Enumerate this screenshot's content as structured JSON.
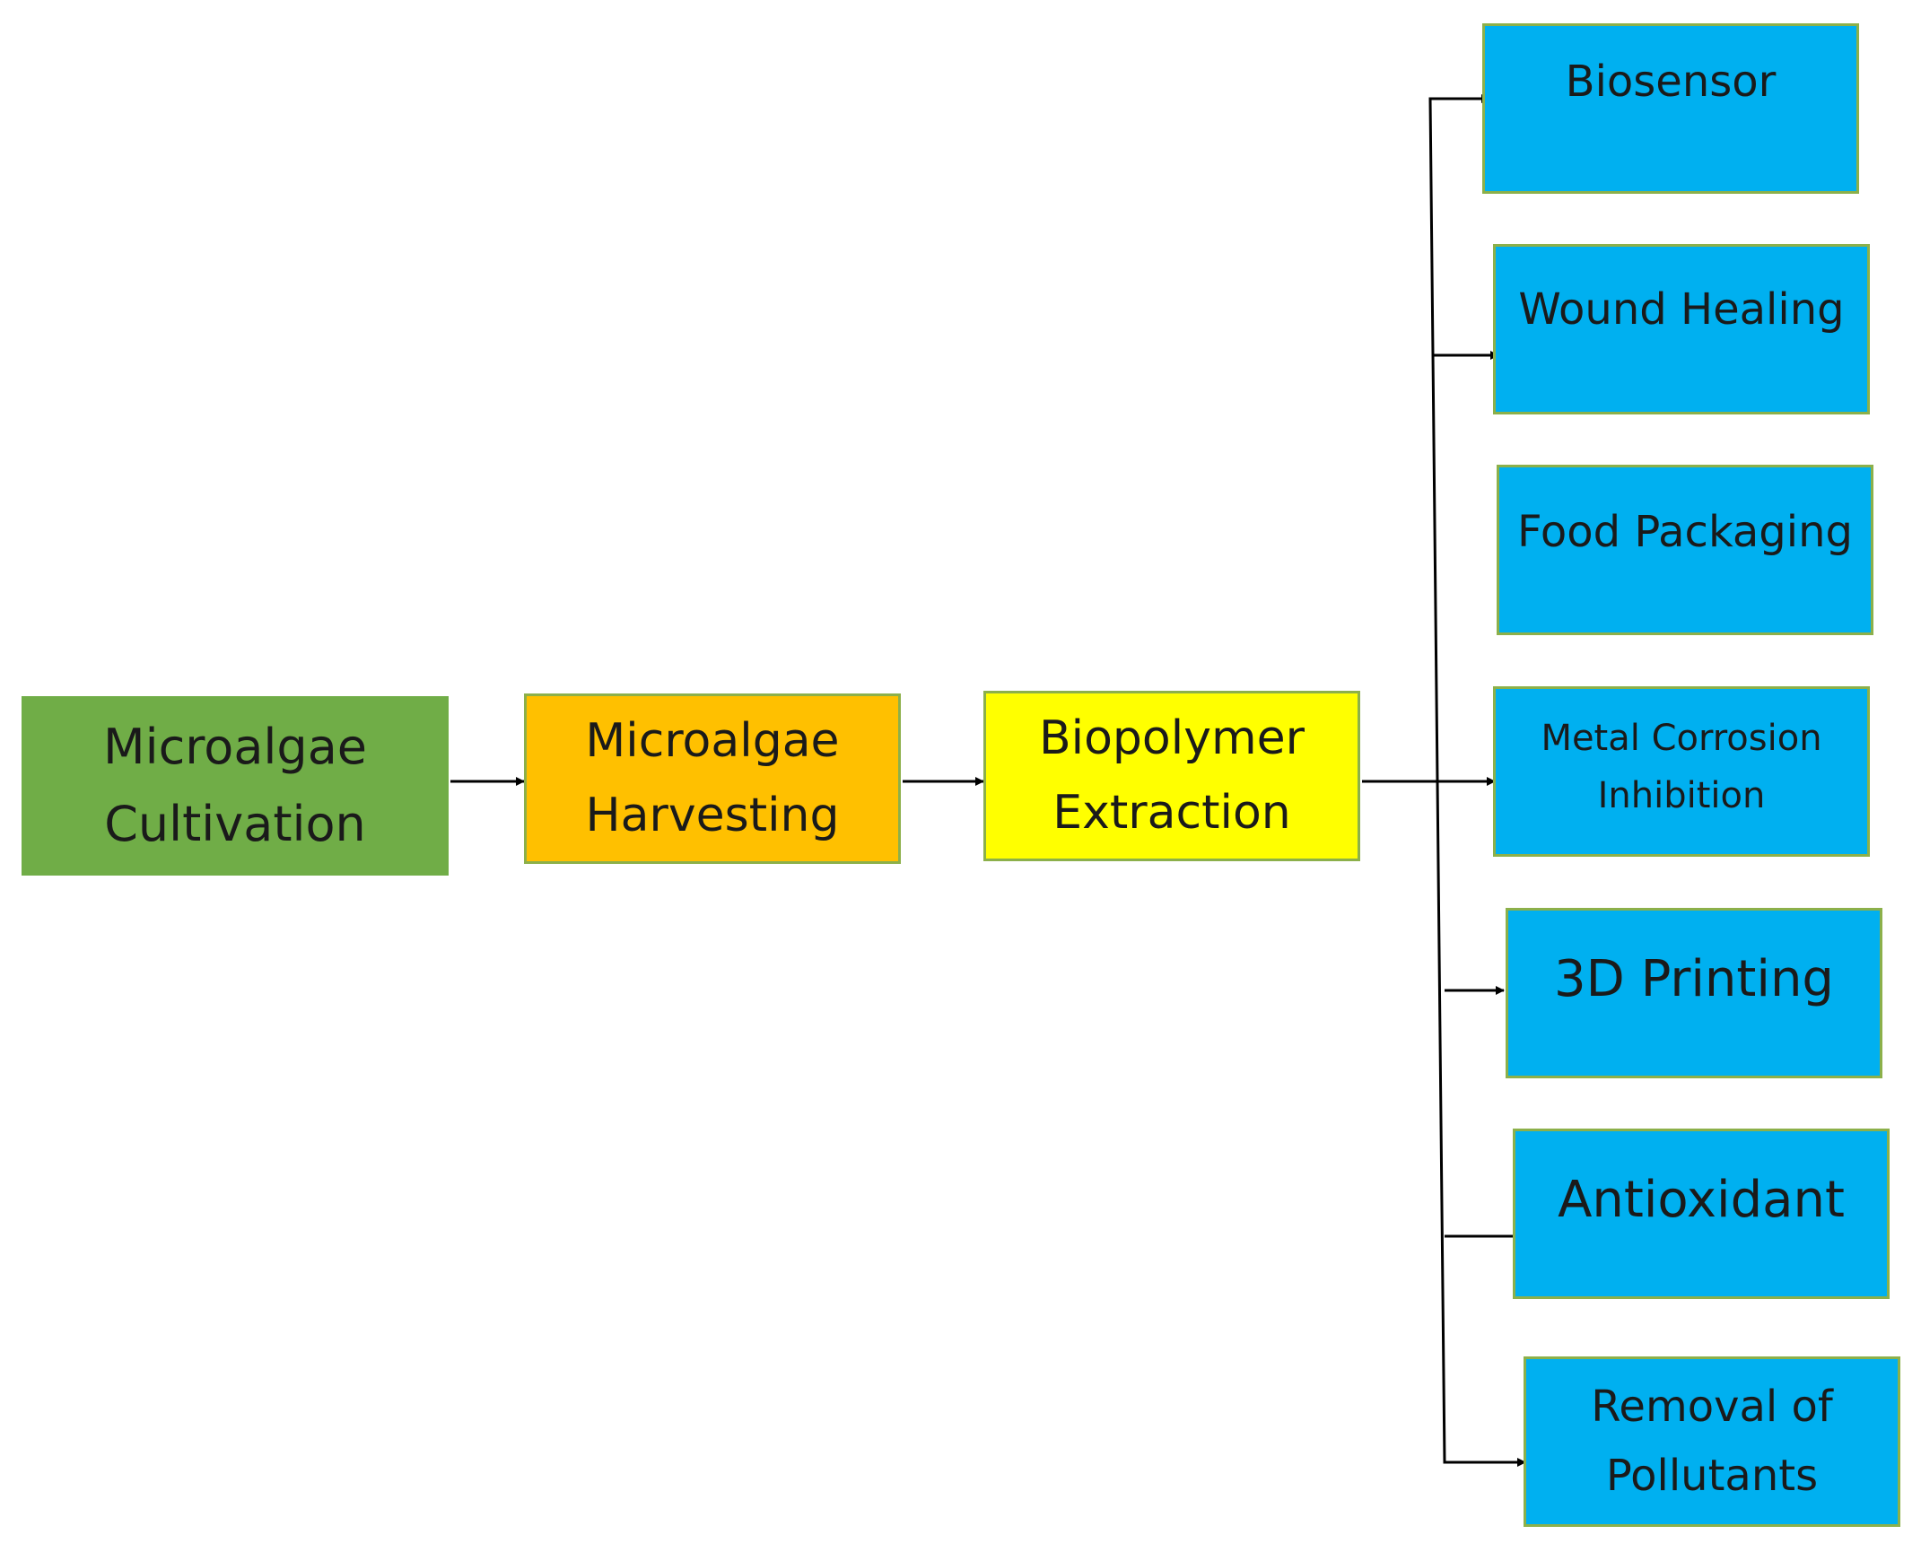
{
  "stages": {
    "cultivation": {
      "line1": "Microalgae",
      "line2": "Cultivation"
    },
    "harvesting": {
      "line1": "Microalgae",
      "line2": "Harvesting"
    },
    "extraction": {
      "line1": "Biopolymer",
      "line2": "Extraction"
    }
  },
  "applications": {
    "biosensor": {
      "line1": "Biosensor"
    },
    "wound_healing": {
      "line1": "Wound Healing"
    },
    "food_packaging": {
      "line1": "Food Packaging"
    },
    "metal_corrosion": {
      "line1": "Metal Corrosion",
      "line2": "Inhibition"
    },
    "printing_3d": {
      "line1": "3D Printing"
    },
    "antioxidant": {
      "line1": "Antioxidant"
    },
    "pollutants": {
      "line1": "Removal of",
      "line2": "Pollutants"
    }
  },
  "colors": {
    "cultivation": "#70ad47",
    "harvesting": "#ffc000",
    "extraction": "#ffff00",
    "application": "#00b0f0",
    "border": "#8cb04a",
    "arrow": "#000000"
  }
}
